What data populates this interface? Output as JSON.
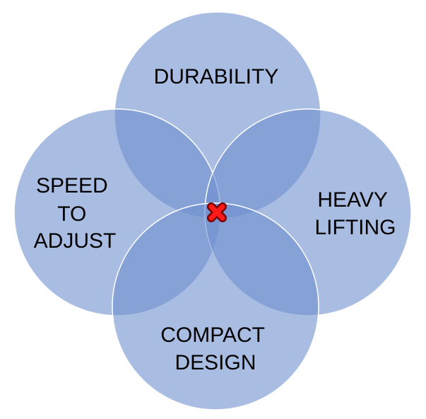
{
  "colors": {
    "circle_fill": "#6f8fce",
    "marker": "#ff1a1a"
  },
  "circles": [
    {
      "id": "top",
      "lines": [
        "DURABILITY"
      ]
    },
    {
      "id": "left",
      "lines": [
        "SPEED",
        "TO",
        "ADJUST"
      ]
    },
    {
      "id": "right",
      "lines": [
        "HEAVY",
        "LIFTING"
      ]
    },
    {
      "id": "bottom",
      "lines": [
        "COMPACT",
        "DESIGN"
      ]
    }
  ],
  "center_marker": {
    "icon": "red-x-icon"
  }
}
